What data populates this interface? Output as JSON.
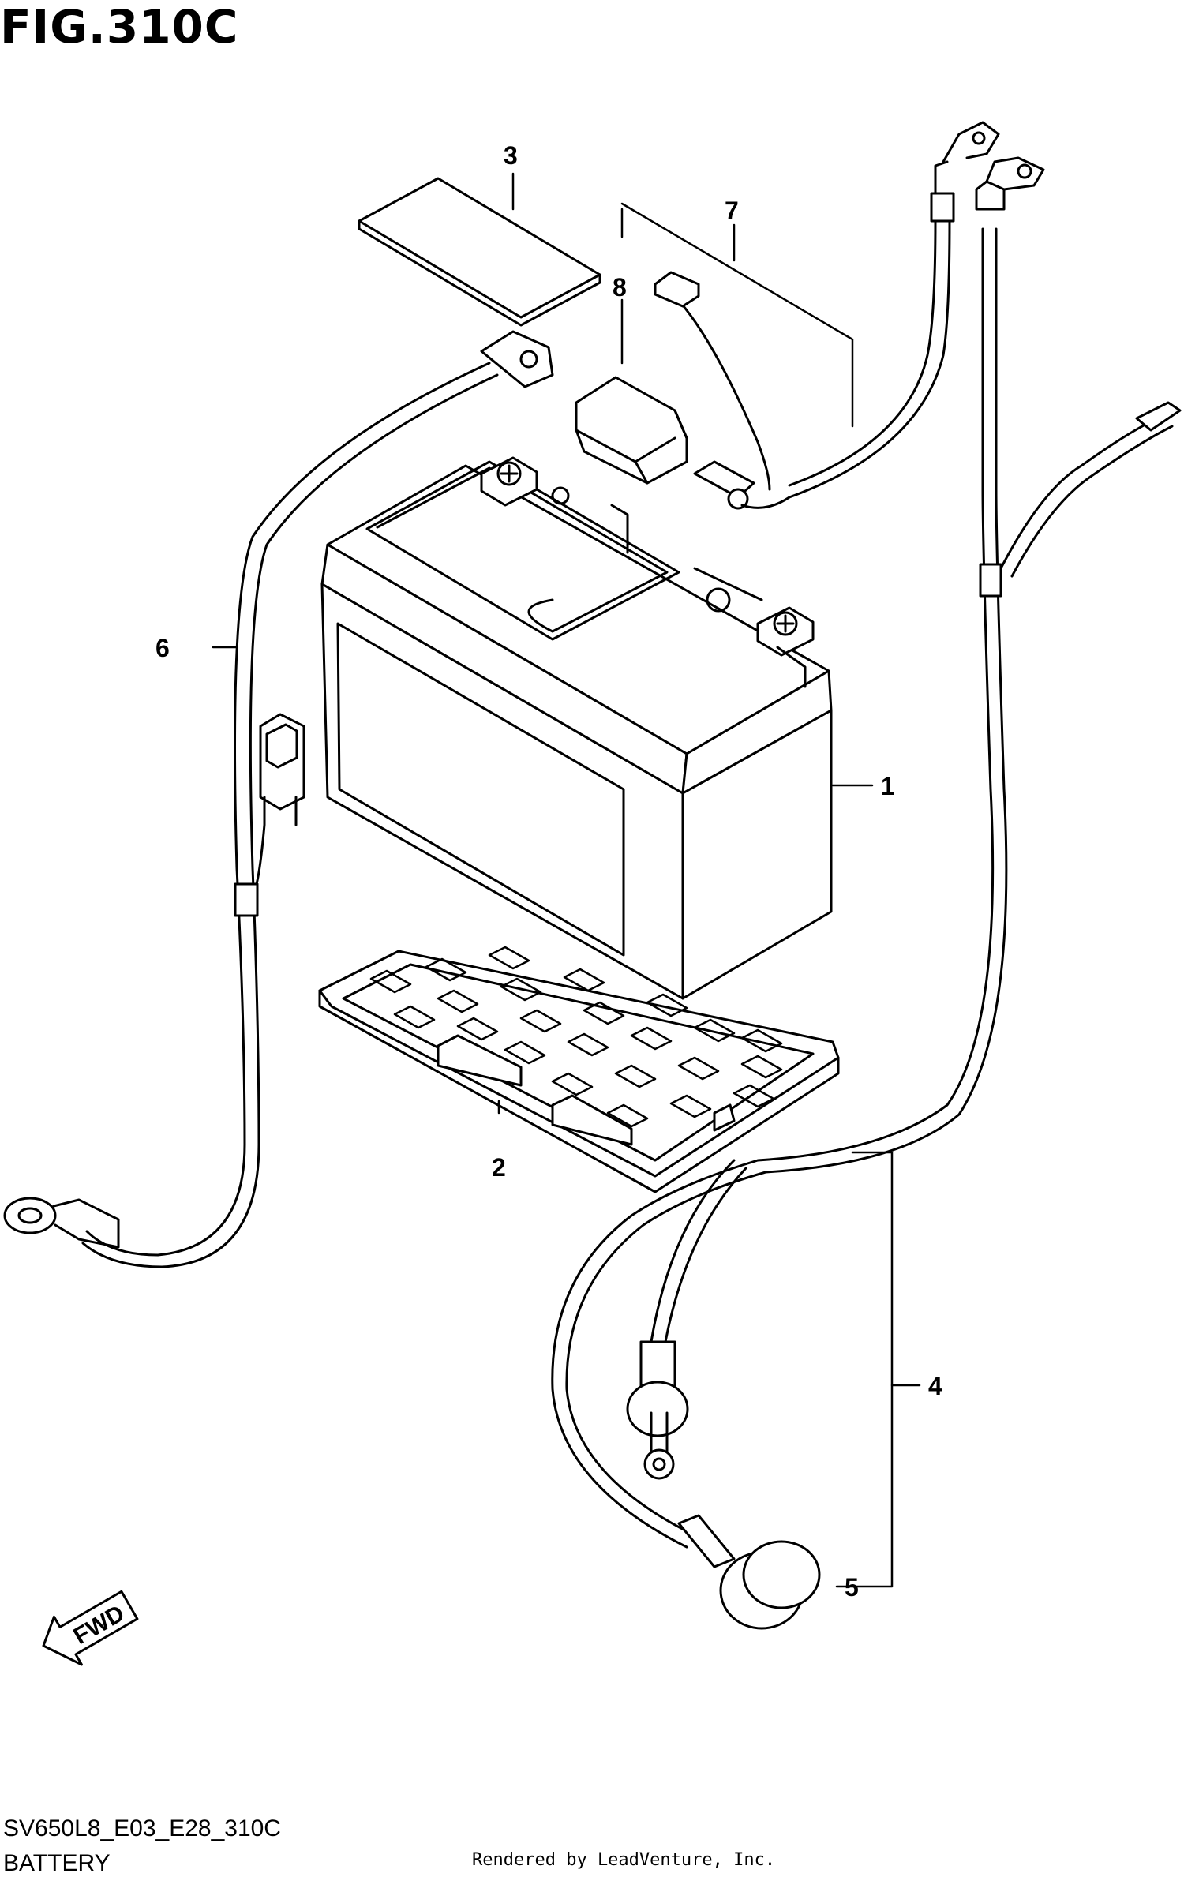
{
  "figure": {
    "title": "FIG.310C",
    "code": "SV650L8_E03_E28_310C",
    "name": "BATTERY",
    "credit": "Rendered by LeadVenture, Inc."
  },
  "callouts": [
    {
      "id": "1",
      "label": "1"
    },
    {
      "id": "2",
      "label": "2"
    },
    {
      "id": "3",
      "label": "3"
    },
    {
      "id": "4",
      "label": "4"
    },
    {
      "id": "5",
      "label": "5"
    },
    {
      "id": "6",
      "label": "6"
    },
    {
      "id": "7",
      "label": "7"
    },
    {
      "id": "8",
      "label": "8"
    }
  ],
  "direction_marker": {
    "label": "FWD",
    "icon": "arrow-icon"
  }
}
